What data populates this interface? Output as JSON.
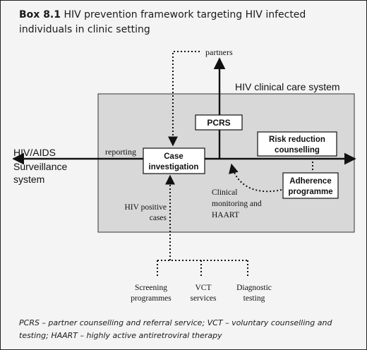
{
  "box": {
    "number": "Box 8.1",
    "title": "HIV prevention framework targeting HIV infected individuals in clinic setting"
  },
  "diagram": {
    "system_label": "HIV clinical care system",
    "partners": "partners",
    "pcrs": "PCRS",
    "reporting": "reporting",
    "surveillance": [
      "HIV/AIDS",
      "Surveillance",
      "system"
    ],
    "case_investigation": [
      "Case",
      "investigation"
    ],
    "risk_reduction": [
      "Risk reduction",
      "counselling"
    ],
    "adherence": [
      "Adherence",
      "programme"
    ],
    "clinical_monitoring": [
      "Clinical",
      "monitoring and",
      "HAART"
    ],
    "hiv_positive": [
      "HIV positive",
      "cases"
    ],
    "screening": [
      "Screening",
      "programmes"
    ],
    "vct": [
      "VCT",
      "services"
    ],
    "diagnostic": [
      "Diagnostic",
      "testing"
    ]
  },
  "caption": "PCRS – partner counselling and referral service; VCT – voluntary counselling and testing; HAART – highly active antiretroviral therapy"
}
